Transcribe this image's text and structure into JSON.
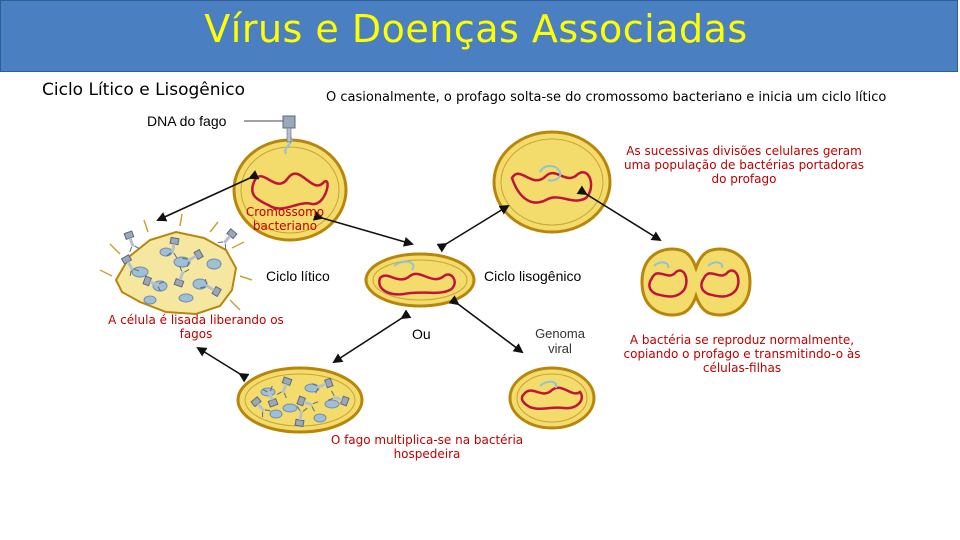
{
  "title": "Vírus e Doenças Associadas",
  "subtitle": "Ciclo Lítico e Lisogênico",
  "labels": {
    "top_note": "O casionalmente, o profago solta-se do cromossomo bacteriano e inicia um ciclo lítico",
    "dna_phage": "DNA do fago",
    "bacterial_chromosome": "Cromossomo bacteriano",
    "successive_divisions": "As sucessivas divisões celulares geram uma população de bactérias portadoras do profago",
    "lytic_cycle": "Ciclo lítico",
    "lysogenic_cycle": "Ciclo lisogênico",
    "cell_lysed": "A célula é lisada liberando os fagos",
    "or": "Ou",
    "viral_genome": "Genoma viral",
    "phage_multiplies": "O fago multiplica-se na bactéria hospedeira",
    "bacterium_reproduces": "A bactéria se reproduz normalmente, copiando o profago e transmitindo-o às células-filhas"
  },
  "colors": {
    "title_bar": "#4a7fc1",
    "title_text": "#ffff00",
    "cell_fill": "#f3dc6b",
    "cell_border": "#b8860b",
    "chromosome": "#c0143c",
    "phage_dna": "#8fc3d8",
    "callout_text": "#c00000"
  }
}
